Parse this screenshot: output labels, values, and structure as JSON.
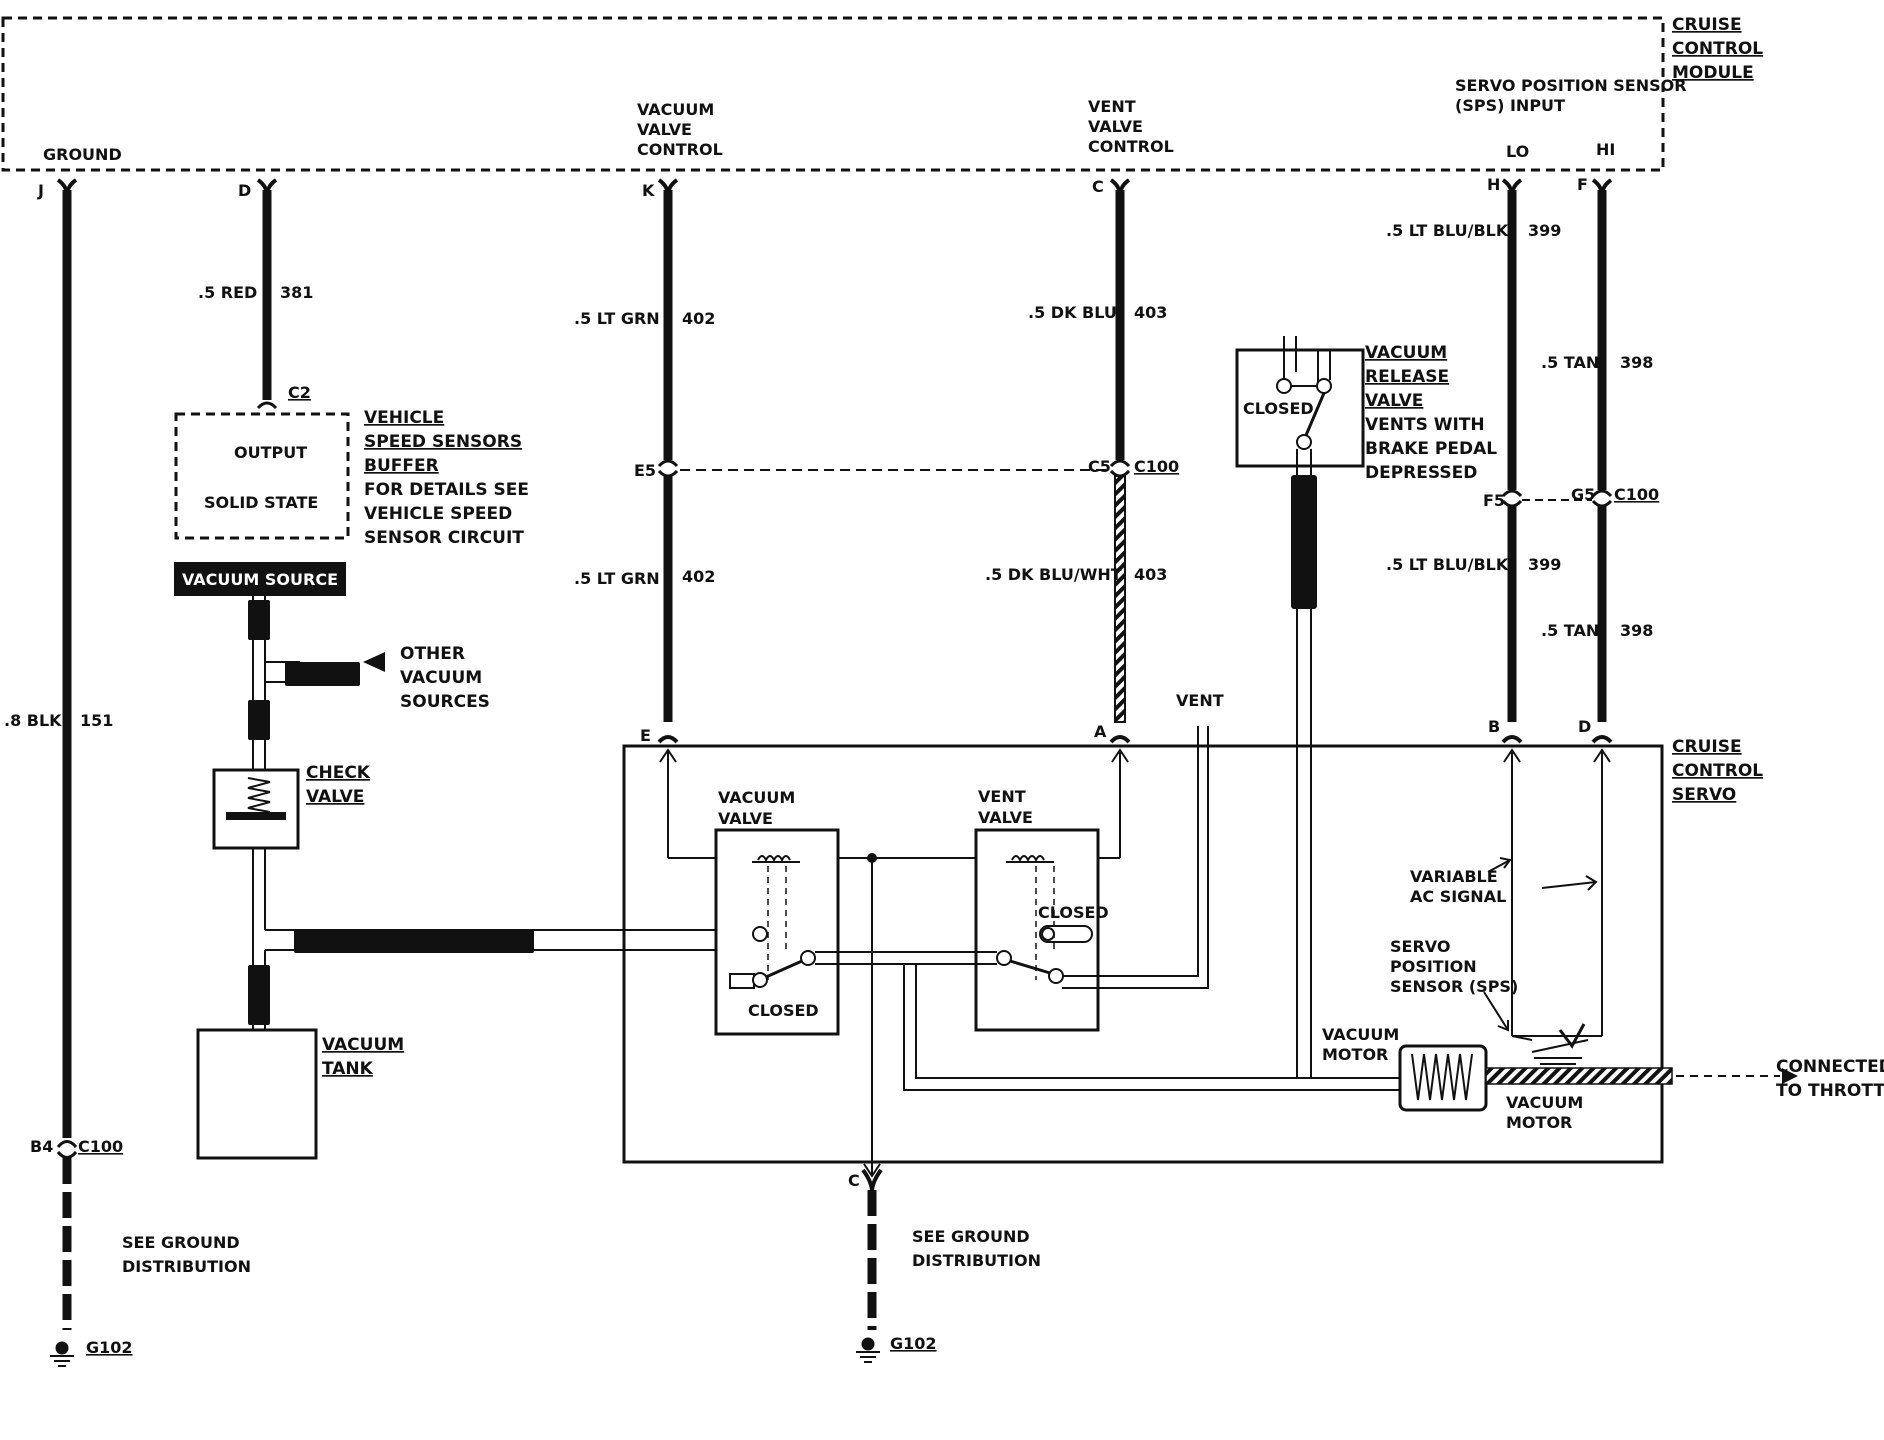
{
  "module": {
    "title": [
      "CRUISE",
      "CONTROL",
      "MODULE"
    ],
    "ground_label": "GROUND",
    "vacuum_valve_control": [
      "VACUUM",
      "VALVE",
      "CONTROL"
    ],
    "vent_valve_control": [
      "VENT",
      "VALVE",
      "CONTROL"
    ],
    "sps_input": [
      "SERVO POSITION SENSOR",
      "(SPS) INPUT"
    ],
    "lo": "LO",
    "hi": "HI"
  },
  "pins": {
    "ground": "J",
    "vss": "D",
    "vacuum": "K",
    "vent": "C",
    "lo": "H",
    "hi": "F",
    "servo_vacuum": "E",
    "servo_vent": "A",
    "servo_lo": "B",
    "servo_hi": "D",
    "servo_ground": "C"
  },
  "wires": {
    "ground_color": ".8 BLK",
    "ground_circuit": "151",
    "vss_color": ".5 RED",
    "vss_circuit": "381",
    "vac_color_upper": ".5 LT GRN",
    "vac_circuit_upper": "402",
    "vac_color_lower": ".5 LT GRN",
    "vac_circuit_lower": "402",
    "vent_color_upper": ".5 DK BLU",
    "vent_circuit_upper": "403",
    "vent_color_lower": ".5 DK BLU/WHT",
    "vent_circuit_lower": "403",
    "lo_color_upper": ".5 LT BLU/BLK",
    "lo_circuit_upper": "399",
    "lo_color_lower": ".5 LT BLU/BLK",
    "lo_circuit_lower": "399",
    "hi_color_upper": ".5 TAN",
    "hi_circuit_upper": "398",
    "hi_color_lower": ".5 TAN",
    "hi_circuit_lower": "398"
  },
  "connectors": {
    "c2": "C2",
    "e5": "E5",
    "c5": "C5",
    "c100_vent": "C100",
    "f5": "F5",
    "g5": "G5",
    "c100_sps": "C100",
    "b4": "B4",
    "c100_ground": "C100"
  },
  "vss_buffer": {
    "output": "OUTPUT",
    "solid_state": "SOLID STATE",
    "title": [
      "VEHICLE",
      "SPEED SENSORS",
      "BUFFER"
    ],
    "note": [
      "FOR DETAILS SEE",
      "VEHICLE SPEED",
      "SENSOR CIRCUIT"
    ]
  },
  "vacuum_system": {
    "source": "VACUUM  SOURCE",
    "other_sources": [
      "OTHER",
      "VACUUM",
      "SOURCES"
    ],
    "check_valve": [
      "CHECK",
      "VALVE"
    ],
    "tank": [
      "VACUUM",
      "TANK"
    ]
  },
  "release_valve": {
    "title": [
      "VACUUM",
      "RELEASE",
      "VALVE"
    ],
    "note": [
      "VENTS WITH",
      "BRAKE PEDAL",
      "DEPRESSED"
    ],
    "state": "CLOSED"
  },
  "servo": {
    "title": [
      "CRUISE",
      "CONTROL",
      "SERVO"
    ],
    "vacuum_valve": [
      "VACUUM",
      "VALVE"
    ],
    "vacuum_valve_state": "CLOSED",
    "vent_valve": [
      "VENT",
      "VALVE"
    ],
    "vent_valve_state": "CLOSED",
    "vent": "VENT",
    "variable_ac": [
      "VARIABLE",
      "AC SIGNAL"
    ],
    "sps": [
      "SERVO",
      "POSITION",
      "SENSOR (SPS)"
    ],
    "vacuum_motor_upper": [
      "VACUUM",
      "MOTOR"
    ],
    "vacuum_motor_lower": [
      "VACUUM",
      "MOTOR"
    ],
    "throttle": [
      "CONNECTED",
      "TO THROTTLE"
    ]
  },
  "grounds": {
    "left_note": [
      "SEE GROUND",
      "DISTRIBUTION"
    ],
    "left_id": "G102",
    "center_note": [
      "SEE GROUND",
      "DISTRIBUTION"
    ],
    "center_id": "G102"
  }
}
